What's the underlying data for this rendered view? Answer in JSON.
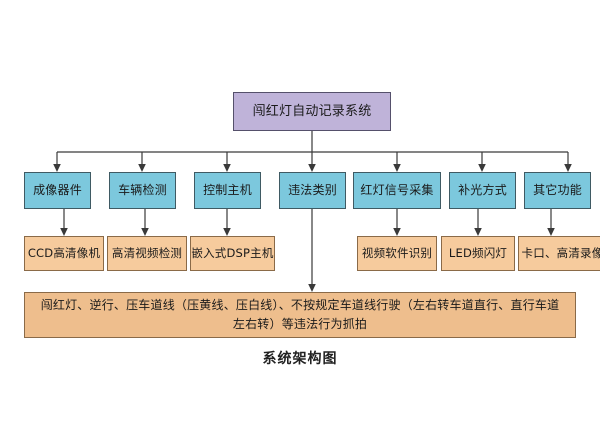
{
  "diagram": {
    "caption": "系统架构图",
    "colors": {
      "root_fill": "#bfb3d9",
      "level1_fill": "#7cc8dd",
      "level2_fill": "#f6cb9d",
      "level3_fill": "#eebe8d",
      "border": "#4a4a4a",
      "connector": "#3a3a3a",
      "background": "#ffffff"
    },
    "root": {
      "label": "闯红灯自动记录系统"
    },
    "level1": [
      {
        "label": "成像器件"
      },
      {
        "label": "车辆检测"
      },
      {
        "label": "控制主机"
      },
      {
        "label": "违法类别"
      },
      {
        "label": "红灯信号采集"
      },
      {
        "label": "补光方式"
      },
      {
        "label": "其它功能"
      }
    ],
    "level2": [
      {
        "label": "CCD高清像机"
      },
      {
        "label": "高清视频检测"
      },
      {
        "label": "嵌入式DSP主机"
      },
      {
        "label": "视频软件识别"
      },
      {
        "label": "LED频闪灯"
      },
      {
        "label": "卡口、高清录像"
      }
    ],
    "level3": {
      "label": "闯红灯、逆行、压车道线（压黄线、压白线）、不按规定车道线行驶（左右转车道直行、直行车道左右转）等违法行为抓拍"
    }
  }
}
